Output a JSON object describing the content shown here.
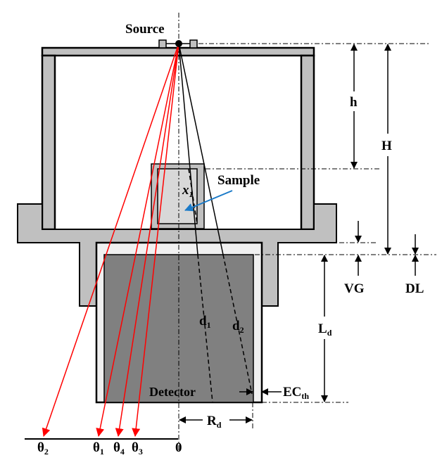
{
  "labels": {
    "source": "Source",
    "sample": "Sample",
    "detector": "Detector",
    "h": "h",
    "H": "H",
    "VG": "VG",
    "DL": "DL",
    "Ld": {
      "base": "L",
      "sub": "d"
    },
    "ECth": {
      "base": "EC",
      "sub": "th"
    },
    "Rd": {
      "base": "R",
      "sub": "d"
    },
    "x1": {
      "base": "x",
      "sub": "1"
    },
    "d1": {
      "base": "d",
      "sub": "1"
    },
    "d2": {
      "base": "d",
      "sub": "2"
    }
  },
  "angles": [
    {
      "base": "θ",
      "sub": "2"
    },
    {
      "base": "θ",
      "sub": "1"
    },
    {
      "base": "θ",
      "sub": "4"
    },
    {
      "base": "θ",
      "sub": "3"
    }
  ],
  "origin_label": "0",
  "colors": {
    "ray": "#ff0000",
    "sample_arrow": "#1a7ac8"
  }
}
